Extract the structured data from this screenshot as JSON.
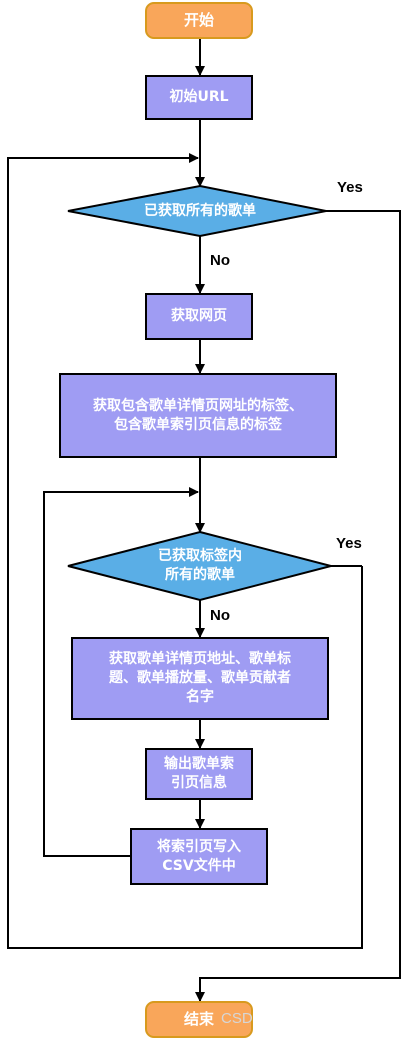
{
  "nodes": {
    "start": "开始",
    "init_url": "初始URL",
    "decision_all_lists": "已获取所有的歌单",
    "fetch_page": "获取网页",
    "get_tags_line1": "获取包含歌单详情页网址的标签、",
    "get_tags_line2": "包含歌单索引页信息的标签",
    "decision_tag_lists_line1": "已获取标签内",
    "decision_tag_lists_line2": "所有的歌单",
    "get_details_line1": "获取歌单详情页地址、歌单标",
    "get_details_line2": "题、歌单播放量、歌单贡献者",
    "get_details_line3": "名字",
    "output_line1": "输出歌单索",
    "output_line2": "引页信息",
    "write_line1": "将索引页写入",
    "write_line2": "CSV文件中",
    "end": "结束"
  },
  "edge_labels": {
    "d1_yes": "Yes",
    "d1_no": "No",
    "d2_yes": "Yes",
    "d2_no": "No"
  },
  "watermark": "CSD",
  "colors": {
    "terminal_fill": "#f9a65a",
    "terminal_border": "#d89a1e",
    "process_fill": "#9f9cf3",
    "decision_fill": "#5aaee6",
    "line": "#000000"
  }
}
